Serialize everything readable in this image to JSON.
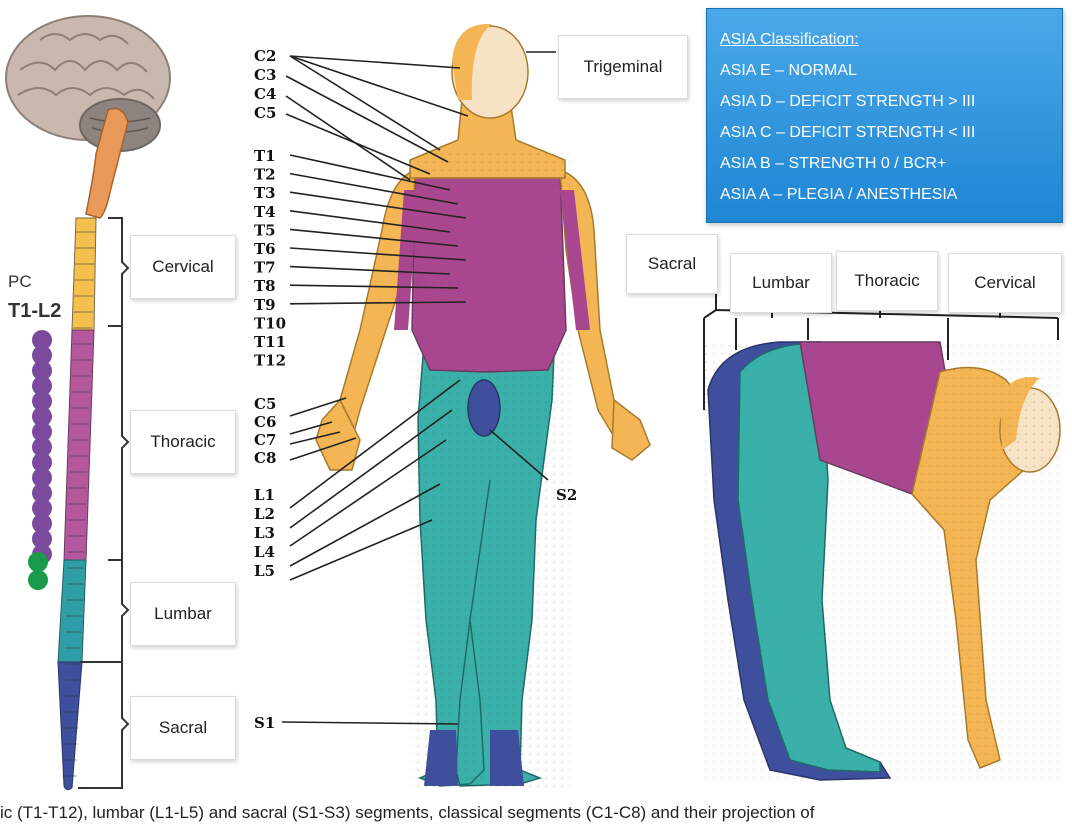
{
  "pc_label": "PC",
  "pc_range": "T1-L2",
  "spine_regions": [
    "Cervical",
    "Thoracic",
    "Lumbar",
    "Sacral"
  ],
  "trigeminal_label": "Trigeminal",
  "asia": {
    "title": "ASIA Classification:",
    "items": [
      "ASIA E – NORMAL",
      "ASIA D – DEFICIT STRENGTH > III",
      "ASIA C – DEFICIT STRENGTH < III",
      "ASIA B – STRENGTH 0 / BCR+",
      "ASIA A – PLEGIA / ANESTHESIA"
    ]
  },
  "dermatome_labels": {
    "cervical": [
      "C2",
      "C3",
      "C4",
      "C5"
    ],
    "thoracic": [
      "T1",
      "T2",
      "T3",
      "T4",
      "T5",
      "T6",
      "T7",
      "T8",
      "T9",
      "T10",
      "T11",
      "T12"
    ],
    "arm": [
      "C5",
      "C6",
      "C7",
      "C8"
    ],
    "lumbar": [
      "L1",
      "L2",
      "L3",
      "L4",
      "L5"
    ],
    "s1": "S1",
    "s2": "S2"
  },
  "bent_regions": [
    "Sacral",
    "Lumbar",
    "Thoracic",
    "Cervical"
  ],
  "caption": "ic (T1-T12), lumbar (L1-L5) and sacral (S1-S3) segments, classical segments (C1-C8) and their projection of"
}
